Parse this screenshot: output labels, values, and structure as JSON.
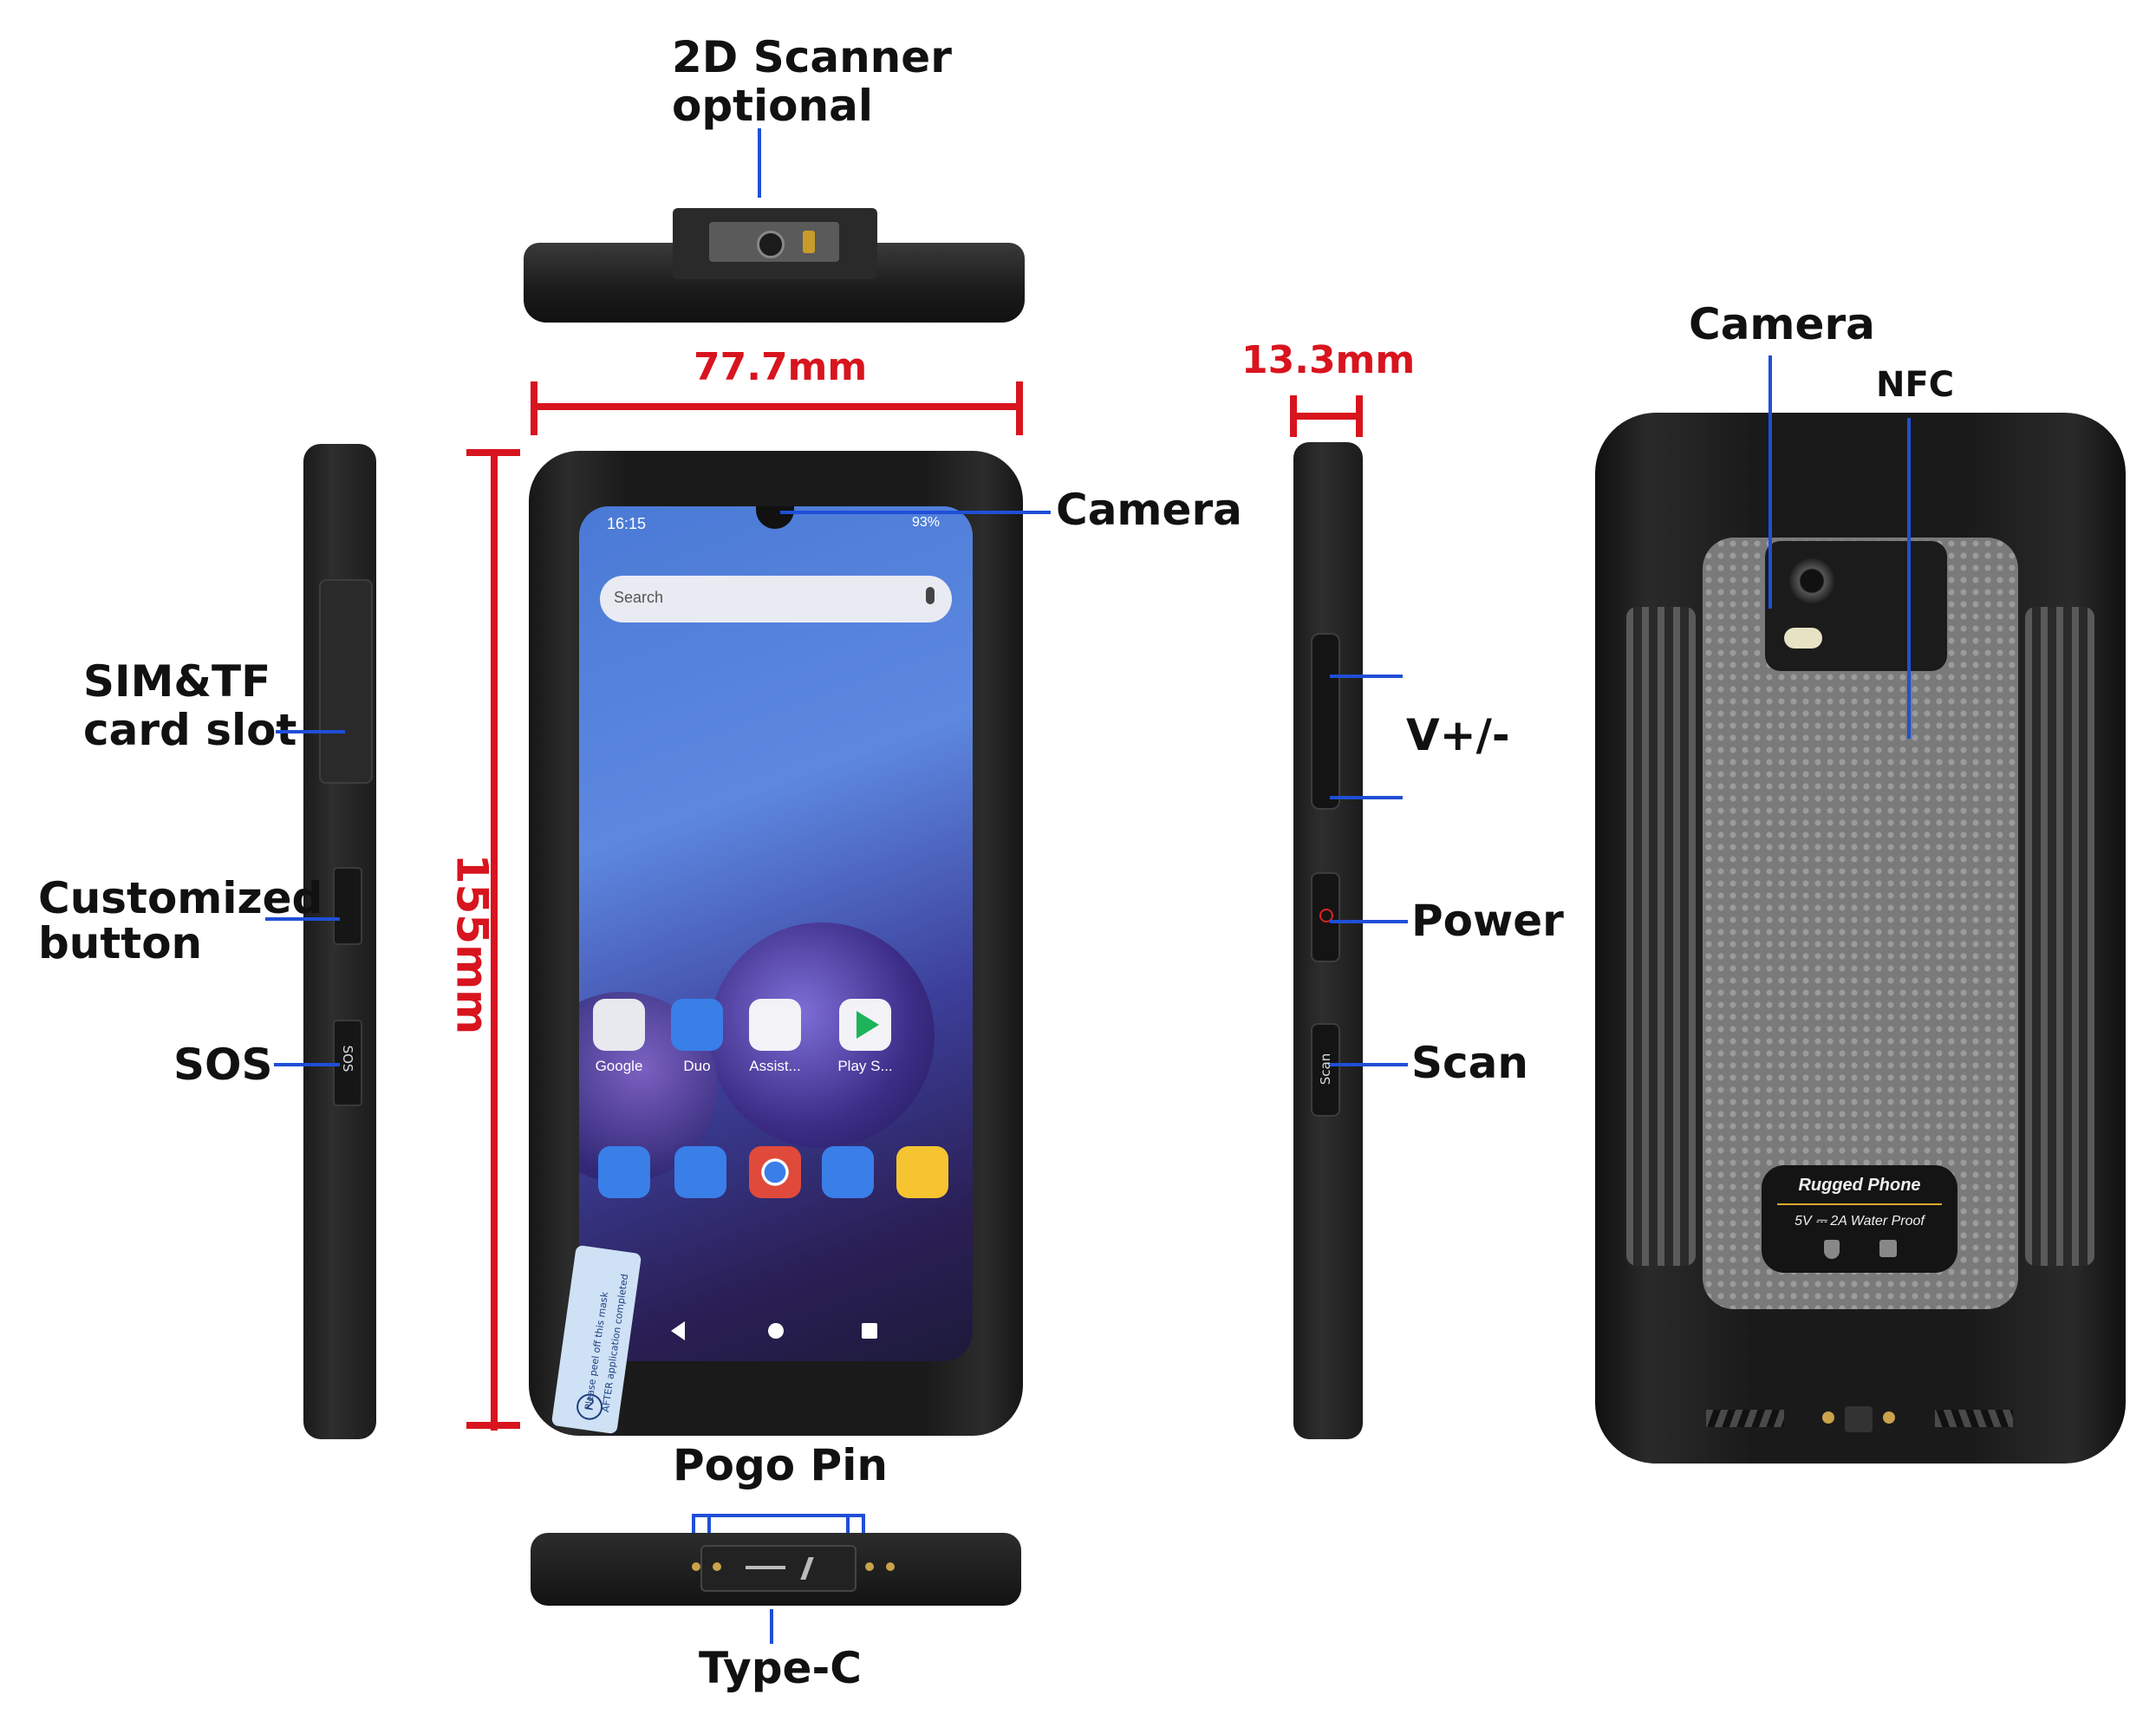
{
  "labels": {
    "scanner": [
      "2D Scanner",
      "optional"
    ],
    "camera_front": "Camera",
    "width_dim": "77.7mm",
    "thickness_dim": "13.3mm",
    "height_dim": "155mm",
    "sim_tf": [
      "SIM&TF",
      "card slot"
    ],
    "customized": [
      "Customized",
      "button"
    ],
    "sos": "SOS",
    "volume": "V+/-",
    "power": "Power",
    "scan": "Scan",
    "camera_back": "Camera",
    "nfc": "NFC",
    "pogo": "Pogo Pin",
    "typec": "Type-C"
  },
  "screen": {
    "time": "16:15",
    "battery": "93%",
    "search_placeholder": "Search",
    "apps": [
      "Google",
      "Duo",
      "Assist...",
      "Play S..."
    ]
  },
  "device_text": {
    "side_sos": "SOS",
    "side_scan": "Scan",
    "back_brand": "Rugged Phone",
    "back_spec": "5V ⎓ 2A  Water Proof",
    "film": [
      "Please peel off this mask",
      "AFTER application completed"
    ],
    "film_num": "2"
  },
  "colors": {
    "dimension": "#d8141e",
    "leader": "#1f4fd6",
    "body": "#1e1e1e"
  }
}
